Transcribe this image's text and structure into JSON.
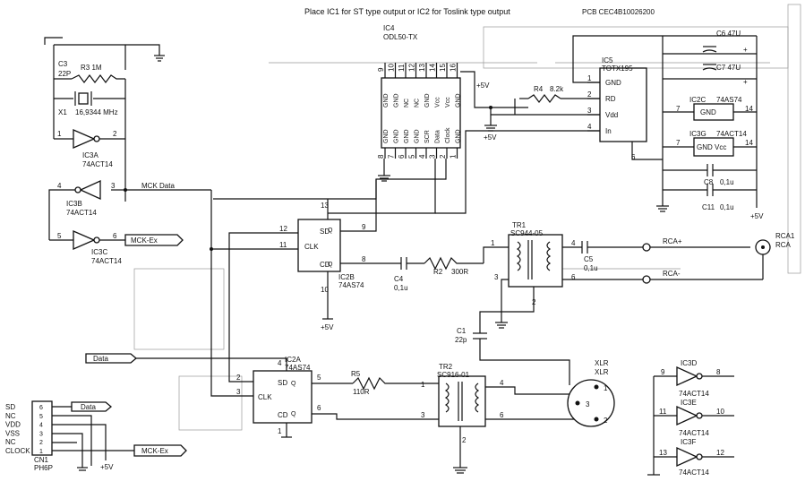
{
  "header": {
    "title": "Place IC1 for ST type output or IC2 for Toslink type output",
    "pcb": "PCB CEC4B10026200"
  },
  "ic4": {
    "ref": "IC4",
    "part": "ODL50-TX",
    "top_pins": [
      "9",
      "10",
      "11",
      "12",
      "13",
      "14",
      "15",
      "16"
    ],
    "bottom_pins": [
      "8",
      "7",
      "6",
      "5",
      "4",
      "3",
      "2",
      "1"
    ],
    "top_names": [
      "GND",
      "GND",
      "NC",
      "NC",
      "GND",
      "Vcc",
      "Vcc",
      "GND"
    ],
    "bottom_names": [
      "GND",
      "GND",
      "GND",
      "GND",
      "SCR",
      "Data",
      "Clock",
      "GND"
    ]
  },
  "ic5": {
    "ref": "IC5",
    "part": "TOTX195",
    "pins": [
      {
        "num": "1",
        "name": "GND"
      },
      {
        "num": "2",
        "name": "RD"
      },
      {
        "num": "3",
        "name": "Vdd"
      },
      {
        "num": "4",
        "name": "In"
      }
    ],
    "pin6": "6"
  },
  "passives": {
    "c3": "C3",
    "c3v": "22P",
    "r3": "R3 1M",
    "x1": "X1",
    "x1v": "16,9344 MHz",
    "r4": "R4",
    "r4v": "8.2k",
    "c6": "C6 47U",
    "c7": "C7 47U",
    "c8": "C8",
    "c8v": "0,1u",
    "c11": "C11",
    "c11v": "0,1u",
    "c4": "C4",
    "c4v": "0,1u",
    "r2": "R2",
    "r2v": "300R",
    "c5": "C5",
    "c5v": "0,1u",
    "c1": "C1",
    "c1v": "22p",
    "r5": "R5",
    "r5v": "110R"
  },
  "gates": {
    "ic3a": "IC3A",
    "ic3b": "IC3B",
    "ic3c": "IC3C",
    "ic3d": "IC3D",
    "ic3e": "IC3E",
    "ic3f": "IC3F",
    "family": "74ACT14"
  },
  "ic2c": {
    "ref": "IC2C",
    "part": "74AS74",
    "pin_l": "7",
    "pin_r": "14",
    "name": "GND"
  },
  "ic3g": {
    "ref": "IC3G",
    "part": "74ACT14",
    "pin_l": "7",
    "pin_r": "14",
    "name": "GND Vcc"
  },
  "ic2b": {
    "ref": "IC2B",
    "part": "74AS74",
    "sd": "SD",
    "cd": "CD",
    "clk": "CLK",
    "p13": "13",
    "p12": "12",
    "p11": "11",
    "p9": "9",
    "p8": "8",
    "p10": "10"
  },
  "ic2a": {
    "ref": "IC2A",
    "part": "74AS74",
    "sd": "SD",
    "cd": "CD",
    "clk": "CLK",
    "p1": "1",
    "p2": "2",
    "p3": "3",
    "p4": "4",
    "p5": "5",
    "p6": "6"
  },
  "tr1": {
    "ref": "TR1",
    "part": "SC944-05",
    "p1": "1",
    "p2": "2",
    "p3": "3",
    "p4": "4",
    "p6": "6"
  },
  "tr2": {
    "ref": "TR2",
    "part": "SC916-01",
    "p1": "1",
    "p2": "2",
    "p3": "3",
    "p4": "4",
    "p6": "6"
  },
  "xlr": {
    "ref": "XLR",
    "part": "XLR",
    "p1": "1",
    "p2": "2",
    "p3": "3"
  },
  "rca": {
    "ref": "RCA1",
    "part": "RCA",
    "plus": "RCA+",
    "minus": "RCA-"
  },
  "cn1": {
    "ref": "CN1",
    "part": "PH6P",
    "labels": [
      "SD",
      "NC",
      "VDD",
      "VSS",
      "NC",
      "CLOCK"
    ],
    "pins": [
      "6",
      "5",
      "4",
      "3",
      "2",
      "1"
    ]
  },
  "nets": {
    "mck_data": "MCK  Data",
    "mck_ex": "MCK-Ex",
    "data": "Data",
    "plus5": "+5V"
  },
  "pin_nums": {
    "g3a_in": "1",
    "g3a_out": "2",
    "g3b_in": "4",
    "g3b_out": "3",
    "g3c_in": "5",
    "g3c_out": "6",
    "g3d_in": "9",
    "g3d_out": "8",
    "g3e_in": "11",
    "g3e_out": "10",
    "g3f_in": "13",
    "g3f_out": "12"
  }
}
